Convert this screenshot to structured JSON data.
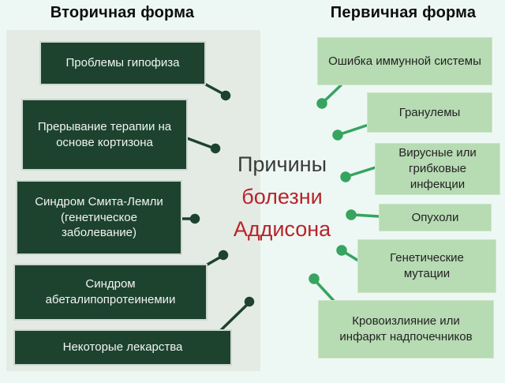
{
  "title": {
    "lines": [
      "Причины",
      "болезни",
      "Аддисона"
    ],
    "primary_color": "#3a3a3a",
    "accent_color": "#b8242a"
  },
  "secondary_column": {
    "heading": "Вторичная форма",
    "box_color": "#1d432f",
    "text_color": "#f2f4f2",
    "connector_color": "#1d432f",
    "items": [
      {
        "label": "Проблемы гипофиза"
      },
      {
        "label": "Прерывание терапии на\nоснове кортизона"
      },
      {
        "label": "Синдром Смита-Лемли\n(генетическое\nзаболевание)"
      },
      {
        "label": "Синдром\nабеталипопротеинемии"
      },
      {
        "label": "Некоторые лекарства"
      }
    ]
  },
  "primary_column": {
    "heading": "Первичная форма",
    "box_color": "#b7dbb3",
    "text_color": "#232323",
    "connector_color": "#36a45f",
    "items": [
      {
        "label": "Ошибка иммунной системы"
      },
      {
        "label": "Гранулемы"
      },
      {
        "label": "Вирусные или\nгрибковые\nинфекции"
      },
      {
        "label": "Опухоли"
      },
      {
        "label": "Генетические\nмутации"
      },
      {
        "label": "Кровоизлияние или\nинфаркт надпочечников"
      }
    ]
  },
  "background": {
    "page": "#edf8f4",
    "panel": "#e4ebe4"
  }
}
